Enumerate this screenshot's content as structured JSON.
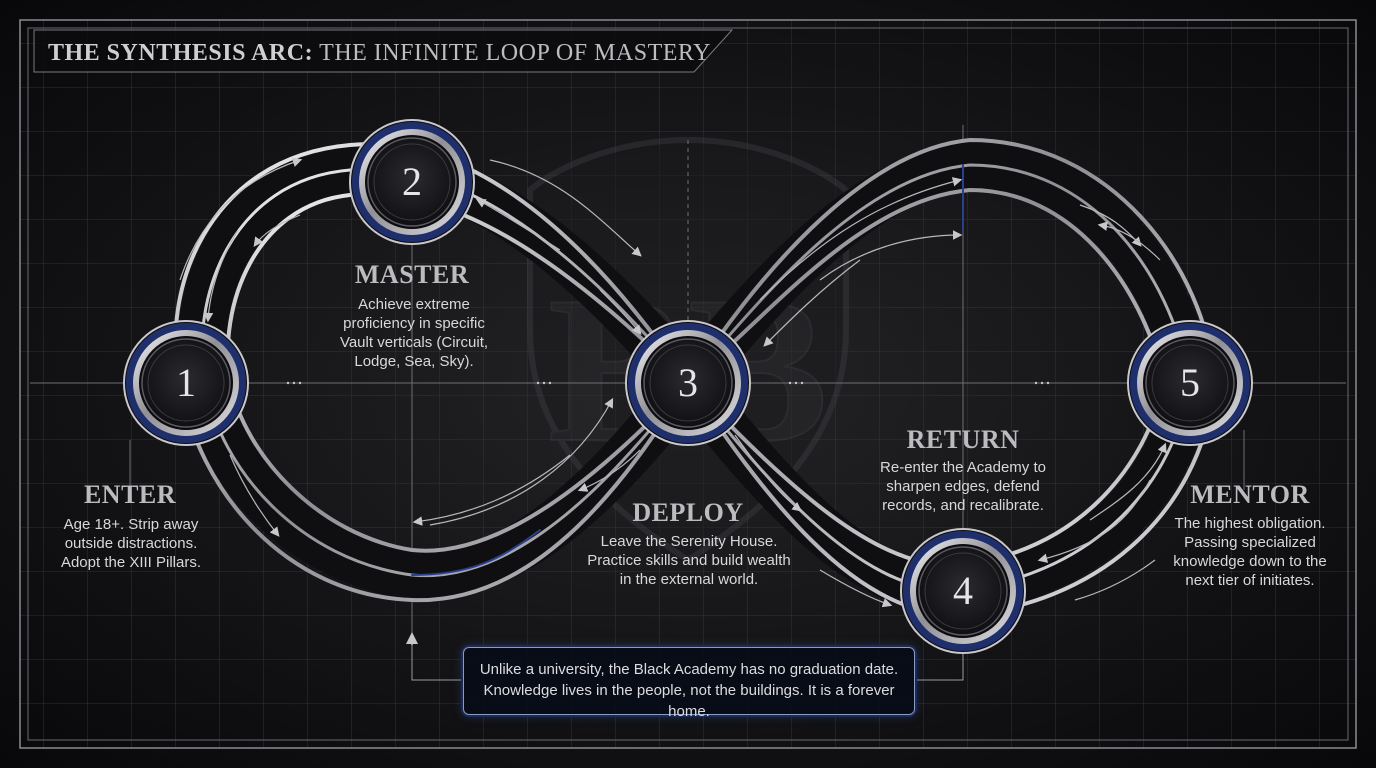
{
  "title": {
    "bold": "THE SYNTHESIS ARC:",
    "rest": "THE INFINITE LOOP OF MASTERY"
  },
  "stages": [
    {
      "number": "1",
      "title": "ENTER",
      "description": "Age 18+. Strip away outside distractions. Adopt the XIII Pillars."
    },
    {
      "number": "2",
      "title": "MASTER",
      "description": "Achieve extreme proficiency in specific Vault verticals (Circuit, Lodge, Sea, Sky)."
    },
    {
      "number": "3",
      "title": "DEPLOY",
      "description": "Leave the Serenity House. Practice skills and build wealth in the external world."
    },
    {
      "number": "4",
      "title": "RETURN",
      "description": "Re-enter the Academy to sharpen edges, defend records, and recalibrate."
    },
    {
      "number": "5",
      "title": "MENTOR",
      "description": "The highest obligation. Passing specialized knowledge down to the next tier of initiates."
    }
  ],
  "note": {
    "line1": "Unlike a university, the Black Academy has no graduation date.",
    "line2": "Knowledge lives in the people, not the buildings. It is a forever home."
  },
  "watermark": {
    "monogram": "BB",
    "icon": "shield-icon"
  },
  "colors": {
    "background": "#141416",
    "ring_silver": "#c8c8cc",
    "ring_accent_blue": "#1f2f6b",
    "text": "#d8d8dc"
  }
}
